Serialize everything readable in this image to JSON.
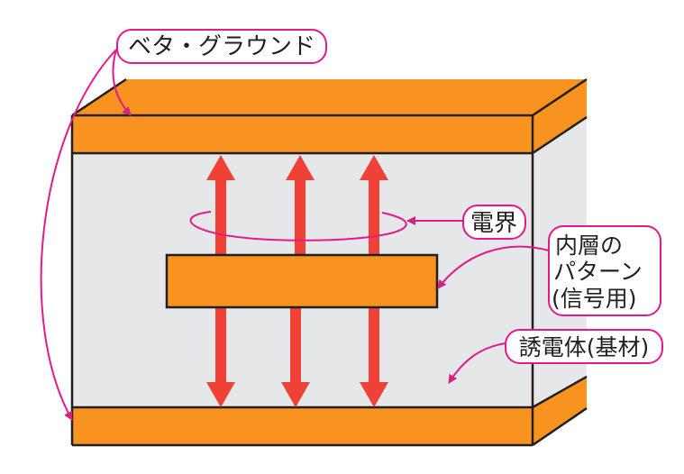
{
  "diagram": {
    "title": "Stripline cross-section: inner signal pattern between solid ground planes",
    "colors": {
      "copper": "#f7931e",
      "dielectric": "#e6e7e8",
      "outline": "#231f20",
      "field_arrow": "#ef4136",
      "callout": "#e6198a",
      "callout_arrowhead": "#d4237f"
    },
    "labels": {
      "ground": "ベタ・グラウンド",
      "field": "電界",
      "pattern_line1": "内層の",
      "pattern_line2": "パターン",
      "pattern_line3": "(信号用)",
      "dielectric": "誘電体(基材)"
    },
    "components": [
      {
        "id": "top-ground-plane",
        "type": "copper-layer"
      },
      {
        "id": "dielectric-substrate",
        "type": "dielectric"
      },
      {
        "id": "inner-signal-pattern",
        "type": "copper-trace"
      },
      {
        "id": "bottom-ground-plane",
        "type": "copper-layer"
      }
    ],
    "field_arrows": {
      "up_count": 3,
      "down_count": 3
    }
  }
}
